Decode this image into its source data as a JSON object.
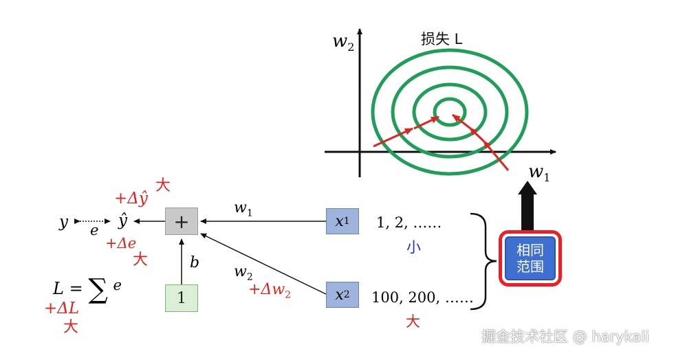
{
  "contour_plot": {
    "title": "损失 L",
    "y_axis_label": "w",
    "y_axis_sub": "2",
    "x_axis_label": "w",
    "x_axis_sub": "1"
  },
  "network": {
    "output_y": "y",
    "error_e": "e",
    "y_hat": "ŷ",
    "delta_y_hat": "+Δŷ",
    "delta_y_hat_size": "大",
    "delta_e": "+Δe",
    "delta_e_size": "大",
    "plus_node": "+",
    "bias_label": "b",
    "bias_input": "1",
    "w1_label": "w",
    "w1_sub": "1",
    "w2_label": "w",
    "w2_sub": "2",
    "delta_w2": "+Δw",
    "delta_w2_sub": "2",
    "x1_label": "x",
    "x1_sub": "1",
    "x2_label": "x",
    "x2_sub": "2",
    "x1_values": "1, 2, ……",
    "x1_size": "小",
    "x2_values": "100, 200, ……",
    "x2_size": "大",
    "loss_formula_left": "L =",
    "loss_sum": "∑",
    "loss_formula_right": "e",
    "delta_L": "+ΔL",
    "delta_L_size": "大"
  },
  "same_range_box": {
    "line1": "相同",
    "line2": "范围"
  },
  "watermark": "掘金技术社区 @ harykali",
  "colors": {
    "contour": "#1f9e5a",
    "gradient_arrow": "#e0231f",
    "highlight_red": "#e0231f",
    "highlight_blue": "#2230c8",
    "same_box_fill": "#3f6fd0"
  }
}
